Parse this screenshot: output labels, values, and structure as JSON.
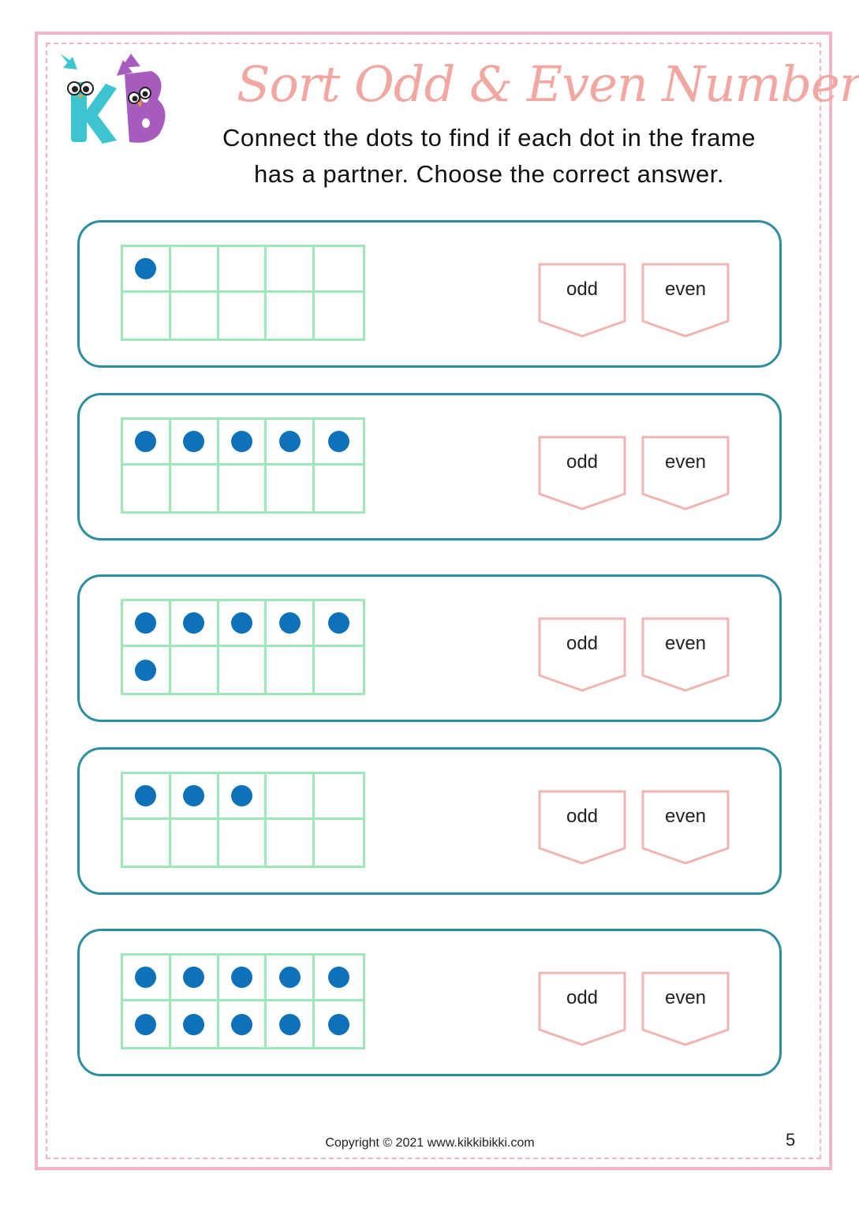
{
  "header": {
    "logo_letters": "KB",
    "title": "Sort Odd & Even Numbers",
    "instruction_line1": "Connect the dots to find if each dot in the frame",
    "instruction_line2": "has a partner. Choose the correct answer."
  },
  "colors": {
    "border_pink": "#f4b3c6",
    "card_teal": "#2b8ea1",
    "frame_green": "#9ee7b8",
    "dot_blue": "#0d72b9",
    "tag_pink": "#f2b4b0",
    "title_pink": "#f2a7a1"
  },
  "problems": [
    {
      "dots": [
        [
          0,
          0
        ]
      ],
      "options": {
        "odd": "odd",
        "even": "even"
      }
    },
    {
      "dots": [
        [
          0,
          0
        ],
        [
          0,
          1
        ],
        [
          0,
          2
        ],
        [
          0,
          3
        ],
        [
          0,
          4
        ]
      ],
      "options": {
        "odd": "odd",
        "even": "even"
      }
    },
    {
      "dots": [
        [
          0,
          0
        ],
        [
          0,
          1
        ],
        [
          0,
          2
        ],
        [
          0,
          3
        ],
        [
          0,
          4
        ],
        [
          1,
          0
        ]
      ],
      "options": {
        "odd": "odd",
        "even": "even"
      }
    },
    {
      "dots": [
        [
          0,
          0
        ],
        [
          0,
          1
        ],
        [
          0,
          2
        ]
      ],
      "options": {
        "odd": "odd",
        "even": "even"
      }
    },
    {
      "dots": [
        [
          0,
          0
        ],
        [
          0,
          1
        ],
        [
          0,
          2
        ],
        [
          0,
          3
        ],
        [
          0,
          4
        ],
        [
          1,
          0
        ],
        [
          1,
          1
        ],
        [
          1,
          2
        ],
        [
          1,
          3
        ],
        [
          1,
          4
        ]
      ],
      "options": {
        "odd": "odd",
        "even": "even"
      }
    }
  ],
  "footer": {
    "copyright": "Copyright © 2021 www.kikkibikki.com",
    "page_number": "5"
  }
}
